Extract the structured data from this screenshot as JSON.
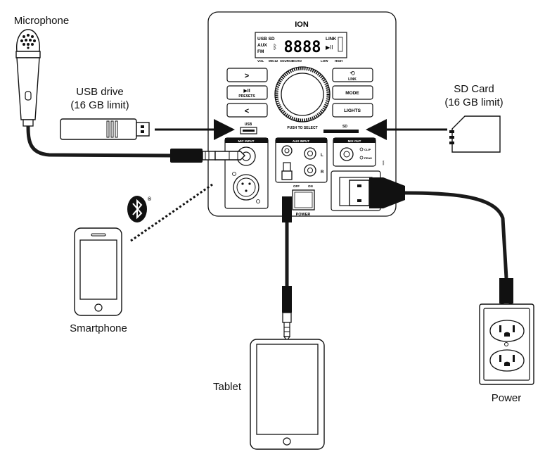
{
  "labels": {
    "microphone": "Microphone",
    "usb_drive_line1": "USB drive",
    "usb_drive_line2": "(16 GB limit)",
    "sd_card_line1": "SD Card",
    "sd_card_line2": "(16 GB limit)",
    "smartphone": "Smartphone",
    "tablet": "Tablet",
    "power": "Power"
  },
  "panel": {
    "brand": "ION",
    "display_digits": "8888",
    "display_left_usb": "USB SD",
    "display_left_aux": "AUX",
    "display_left_fm": "FM",
    "display_link": "LINK",
    "display_bottom": [
      "VOL",
      "MIC12",
      "SOURCE",
      "ECHO",
      "LOW",
      "HIGH"
    ],
    "btn_next": ">",
    "btn_play": "▶II",
    "btn_presets": "PRESETS",
    "btn_prev": "<",
    "btn_link": "LINK",
    "btn_mode": "MODE",
    "btn_lights": "LIGHTS",
    "push_to_select": "PUSH TO SELECT",
    "usb_port": "USB",
    "sd_slot": "SD",
    "mic_input": "MIC INPUT",
    "aux_input": "AUX INPUT",
    "aux_l": "L",
    "aux_r": "R",
    "mix_out": "MIX OUT",
    "clip": "CLIP",
    "peak": "PEAK",
    "off": "OFF",
    "on": "ON",
    "power_switch": "POWER"
  },
  "colors": {
    "line": "#111111",
    "cable": "#1a1a1a"
  }
}
